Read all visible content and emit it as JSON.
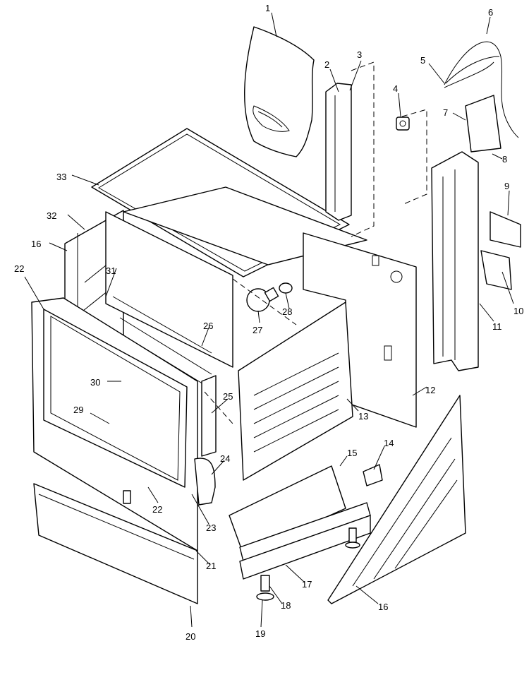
{
  "callouts": [
    "1",
    "2",
    "3",
    "4",
    "5",
    "6",
    "7",
    "8",
    "9",
    "10",
    "11",
    "12",
    "13",
    "14",
    "15",
    "16",
    "16",
    "17",
    "18",
    "19",
    "20",
    "21",
    "22",
    "22",
    "23",
    "24",
    "25",
    "26",
    "27",
    "28",
    "29",
    "30",
    "31",
    "32",
    "33"
  ]
}
